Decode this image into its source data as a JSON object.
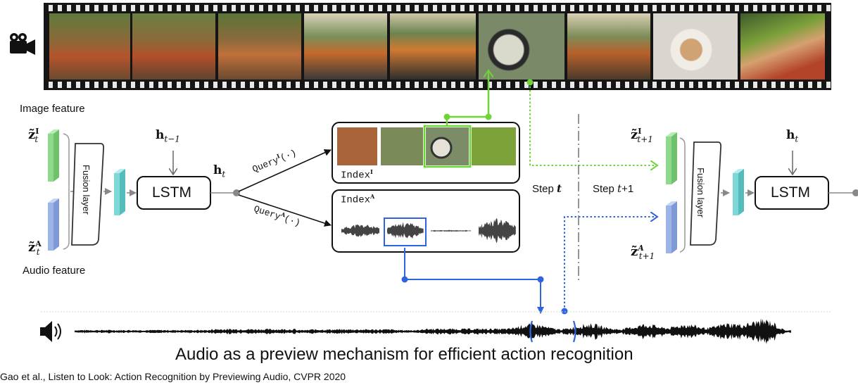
{
  "labels": {
    "image_feature": "Image feature",
    "audio_feature": "Audio feature",
    "fusion_layer": "Fusion layer",
    "lstm": "LSTM",
    "h_prev": "h",
    "h_prev_sub": "t−1",
    "h_t": "h",
    "h_t_sub": "t",
    "query_image": "Query",
    "query_image_sup": "I",
    "query_image_arg": "(·)",
    "query_audio": "Query",
    "query_audio_sup": "A",
    "query_audio_arg": "(·)",
    "index_image": "Index",
    "index_image_sup": "I",
    "index_audio": "Index",
    "index_audio_sup": "A",
    "step_t": "Step ",
    "step_t_var": "t",
    "step_t1": "Step ",
    "step_t1_var": "t",
    "step_t1_rest": "+1",
    "z_img_t": "z̃",
    "z_img_t_sup": "I",
    "z_img_t_sub": "t",
    "z_aud_t": "z̃",
    "z_aud_t_sup": "A",
    "z_aud_t_sub": "t",
    "z_img_t1": "z̃",
    "z_img_t1_sup": "I",
    "z_img_t1_sub": "t+1",
    "z_aud_t1": "z̃",
    "z_aud_t1_sup": "A",
    "z_aud_t1_sub": "t+1",
    "caption": "Audio as a preview mechanism for efficient action recognition",
    "citation": "Gao et al., Listen to Look: Action Recognition by Previewing Audio, CVPR 2020"
  },
  "icons": {
    "video": "video-camera-icon",
    "audio": "speaker-icon"
  },
  "colors": {
    "image_feature": "#8fd98c",
    "audio_feature": "#9cb4e6",
    "fused": "#7fd8d8",
    "image_link": "#6fd43a",
    "audio_link": "#2f63e0",
    "step_divider": "#888888"
  }
}
